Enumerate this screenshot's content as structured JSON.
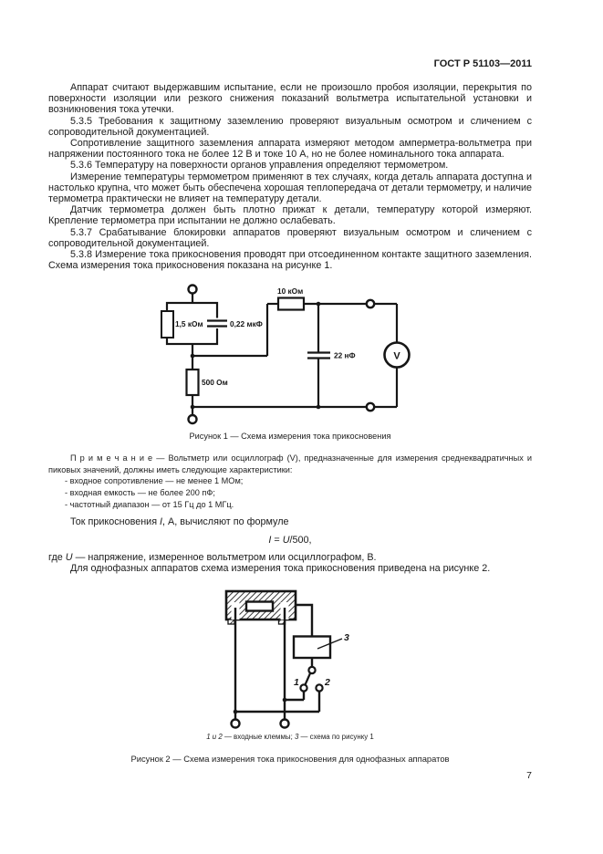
{
  "header": {
    "standard": "ГОСТ Р 51103—2011"
  },
  "body": {
    "paragraphs": [
      "Аппарат считают выдержавшим испытание, если не произошло пробоя изоляции, перекрытия по поверхности изоляции или резкого снижения показаний вольтметра испытательной установки и возникновения тока утечки.",
      "5.3.5 Требования к защитному заземлению проверяют визуальным осмотром и сличением с сопроводительной документацией.",
      "Сопротивление защитного заземления аппарата измеряют методом амперметра-вольтметра при напряжении постоянного тока не более 12 В и токе 10 А, но не более номинального тока аппарата.",
      "5.3.6 Температуру на поверхности органов управления определяют термометром.",
      "Измерение температуры термометром применяют в тех случаях, когда деталь аппарата доступна и настолько крупна, что может быть обеспечена хорошая теплопередача от детали термометру, и наличие термометра практически не влияет на температуру детали.",
      "Датчик термометра должен быть плотно прижат к детали, температуру которой измеряют. Крепление термометра при испытании не должно ослабевать.",
      "5.3.7 Срабатывание блокировки аппаратов проверяют визуальным осмотром и сличением с сопроводительной документацией.",
      "5.3.8 Измерение тока прикосновения проводят при отсоединенном контакте защитного заземления. Схема измерения тока прикосновения показана на рисунке 1."
    ]
  },
  "figure1": {
    "caption": "Рисунок 1 — Схема измерения тока прикосновения",
    "labels": {
      "body_resistor": "1,5 кОм",
      "body_capacitor": "0,22 мкФ",
      "series_resistor": "500 Ом",
      "filter_resistor": "10 кОм",
      "filter_capacitor": "22 нФ",
      "voltmeter": "V"
    }
  },
  "note": {
    "lead": "П р и м е ч а н и е — Вольтметр или осциллограф (V), предназначенные для измерения среднеквадратичных и пиковых значений, должны иметь следующие характеристики:",
    "items": [
      "- входное сопротивление — не менее 1 МОм;",
      "- входная емкость — не более 200 пФ;",
      "- частотный диапазон — от 15 Гц до 1 МГц."
    ]
  },
  "formula_block": {
    "intro_pre": "Ток прикосновения ",
    "intro_var": "I",
    "intro_post": ", А, вычисляют по формуле",
    "eq_var1": "I",
    "eq_mid": " = ",
    "eq_var2": "U",
    "eq_post": "/500,",
    "where_pre": "где ",
    "where_var": "U",
    "where_post": " — напряжение, измеренное вольтметром или осциллографом, В.",
    "next": "Для однофазных аппаратов схема измерения тока прикосновения приведена на рисунке 2."
  },
  "figure2": {
    "legend_i1": "1 и 2",
    "legend_t1": " — входные клеммы; ",
    "legend_i2": "3",
    "legend_t2": " — схема по рисунку 1",
    "caption": "Рисунок 2 — Схема измерения тока прикосновения для однофазных аппаратов",
    "labels": {
      "terminal1": "1",
      "terminal2": "2",
      "circuit": "3"
    }
  },
  "footer": {
    "page_number": "7"
  }
}
